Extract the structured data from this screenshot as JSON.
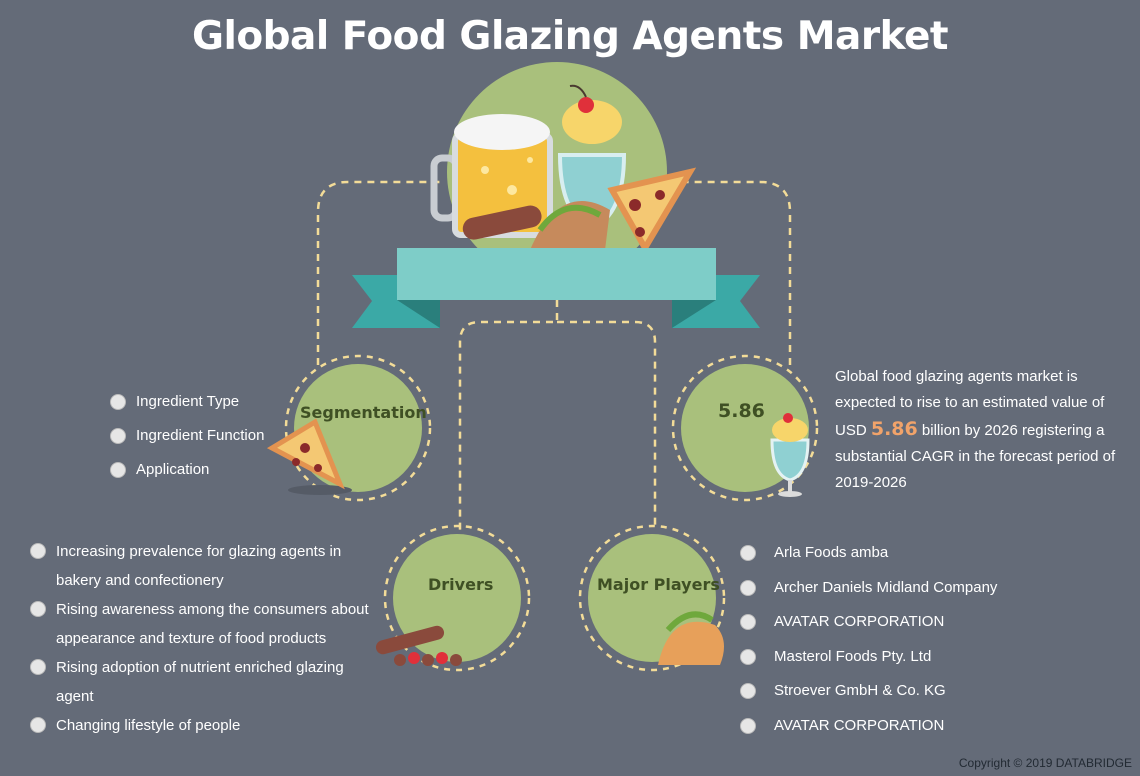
{
  "title": "Global Food Glazing Agents Market",
  "segmentation": {
    "label": "Segmentation",
    "items": [
      "Ingredient Type",
      "Ingredient Function",
      "Application"
    ]
  },
  "market_value": {
    "label": "5.86",
    "desc_pre": "Global food glazing agents market is expected to rise to an estimated value of USD ",
    "highlight": "5.86",
    "desc_post": " billion by 2026 registering a substantial CAGR in the forecast period of 2019-2026"
  },
  "drivers": {
    "label": "Drivers",
    "items": [
      "Increasing prevalence for glazing agents in bakery and confectionery",
      "Rising awareness among the consumers about appearance and texture of food products",
      "Rising adoption of nutrient enriched glazing agent",
      "Changing lifestyle of people"
    ]
  },
  "major_players": {
    "label": "Major Players",
    "items": [
      "Arla Foods amba",
      "Archer Daniels Midland Company",
      "AVATAR CORPORATION",
      "Masterol Foods Pty. Ltd",
      "Stroever GmbH & Co. KG",
      "AVATAR CORPORATION"
    ]
  },
  "copyright": "Copyright © 2019 DATABRIDGE",
  "colors": {
    "background": "#646b78",
    "circle": "#a9c07c",
    "ribbon": "#7ecdc8",
    "ribbon_tail": "#3ba9a6",
    "highlight": "#f1a36a",
    "dash": "#f3dc98"
  }
}
